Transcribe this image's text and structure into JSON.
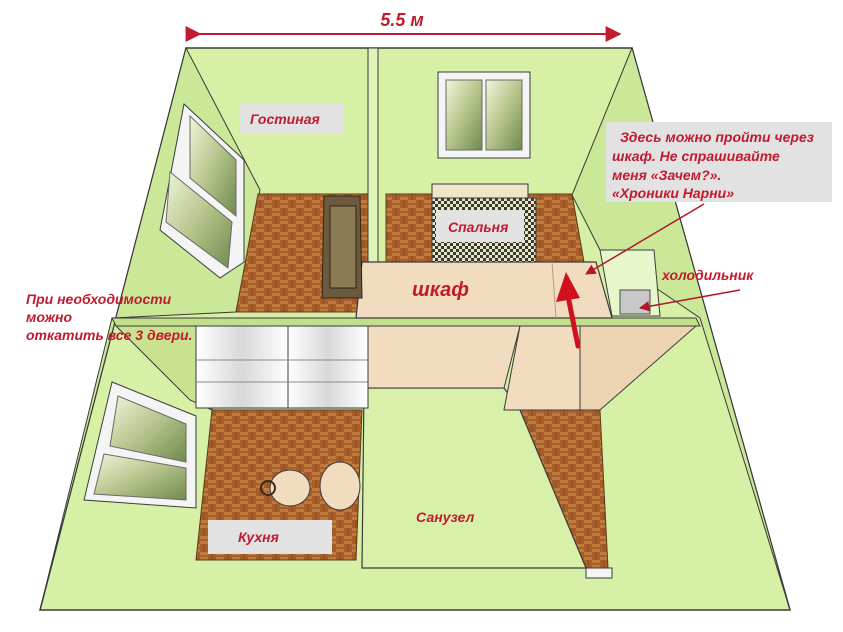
{
  "dimension": {
    "text": "5.5 м"
  },
  "rooms": {
    "living": "Гостиная",
    "bedroom": "Спальня",
    "kitchen": "Кухня",
    "bathroom": "Санузел"
  },
  "furniture": {
    "wardrobe": "шкаф",
    "fridge": "холодильник"
  },
  "notes": {
    "narnia": [
      "Здесь можно пройти через",
      "шкаф. Не спрашивайте",
      "меня «Зачем?».",
      " «Хроники Нарни»"
    ],
    "doors": [
      "При необходимости",
      "можно",
      "откатить все 3 двери."
    ]
  },
  "colors": {
    "wall": "#d6f0a6",
    "wall_dark": "#c2e08c",
    "floor": "#b0632e",
    "wardrobe": "#f2dcc0",
    "label_box": "#e2e2e2",
    "accent": "#c21a2e"
  }
}
